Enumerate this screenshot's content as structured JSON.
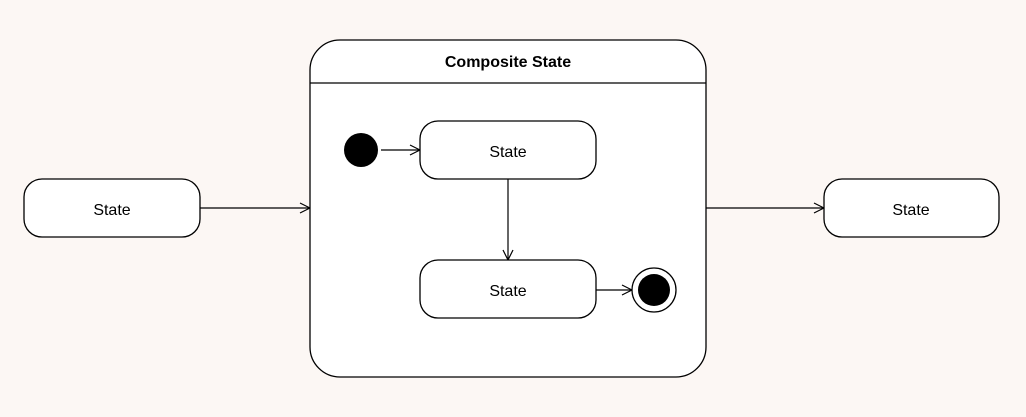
{
  "diagram": {
    "left_state": {
      "label": "State"
    },
    "composite": {
      "title": "Composite State",
      "inner_top_state": {
        "label": "State"
      },
      "inner_bottom_state": {
        "label": "State"
      }
    },
    "right_state": {
      "label": "State"
    }
  }
}
